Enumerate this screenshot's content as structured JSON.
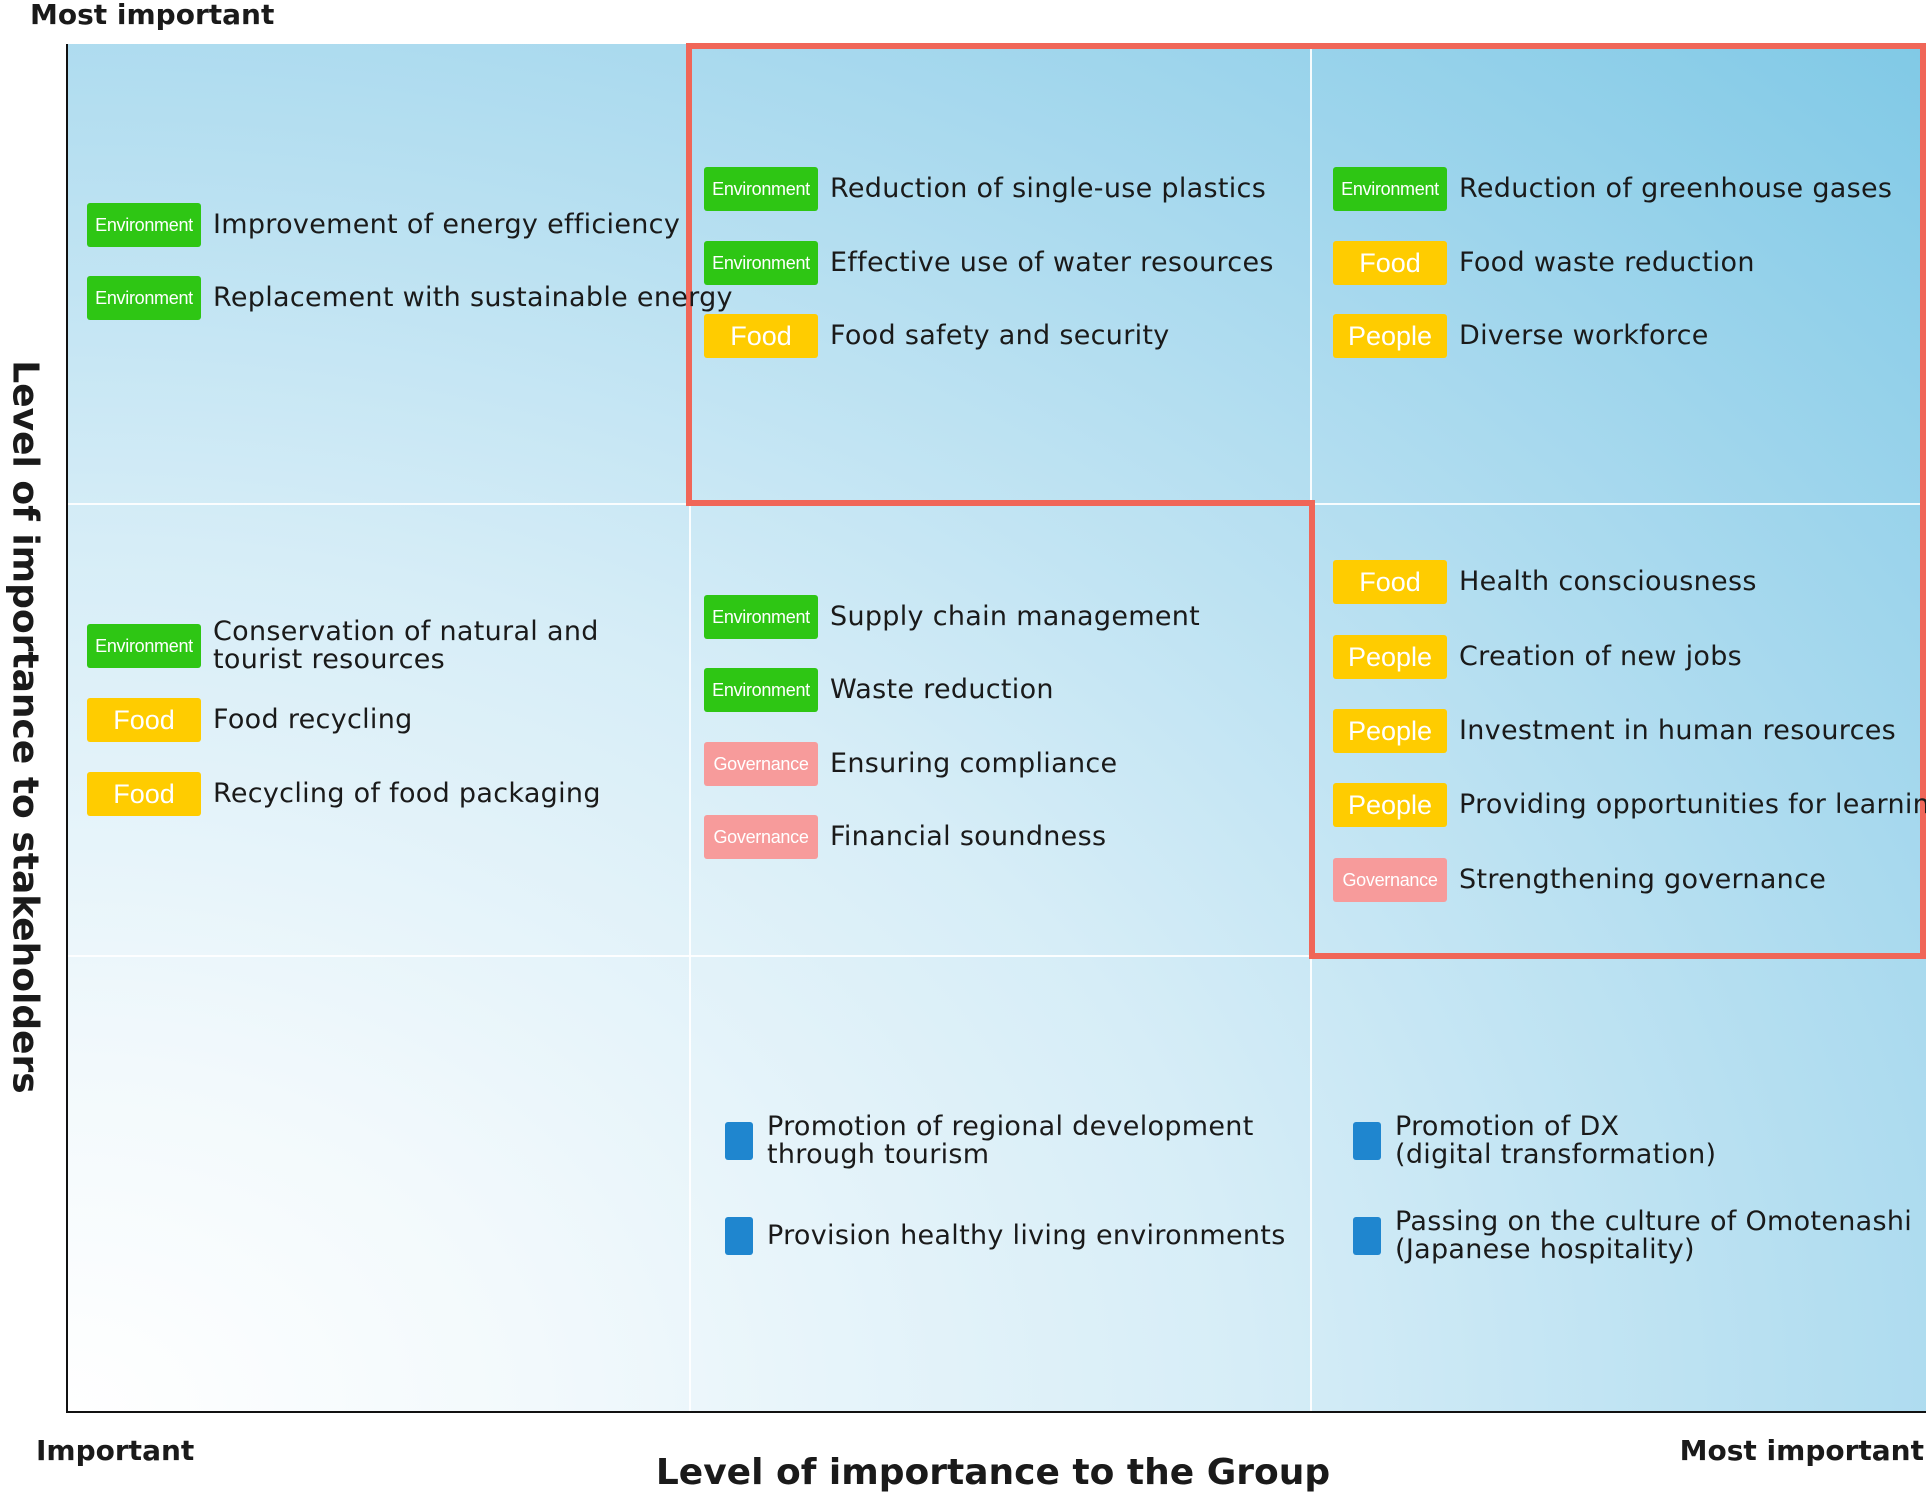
{
  "axes": {
    "y_max_label": "Most important",
    "y_title": "Level of importance to stakeholders",
    "x_min_label": "Important",
    "x_max_label": "Most important",
    "x_title": "Level of importance to the Group"
  },
  "colors": {
    "Environment": "#2ec614",
    "Food": "#ffcc00",
    "People": "#ffcc00",
    "Governance": "#f79b9b",
    "marker": "#1f86cf",
    "highlight_outline": "#f06658"
  },
  "cells": {
    "top_left": [
      {
        "category": "Environment",
        "label": "Improvement of energy efficiency"
      },
      {
        "category": "Environment",
        "label": "Replacement with sustainable energy"
      }
    ],
    "top_middle": [
      {
        "category": "Environment",
        "label": "Reduction of single-use plastics"
      },
      {
        "category": "Environment",
        "label": "Effective use of water resources"
      },
      {
        "category": "Food",
        "label": "Food safety and security"
      }
    ],
    "top_right": [
      {
        "category": "Environment",
        "label": "Reduction of greenhouse gases"
      },
      {
        "category": "Food",
        "label": "Food waste reduction"
      },
      {
        "category": "People",
        "label": "Diverse workforce"
      }
    ],
    "middle_left": [
      {
        "category": "Environment",
        "label": "Conservation of natural and\ntourist resources"
      },
      {
        "category": "Food",
        "label": "Food recycling"
      },
      {
        "category": "Food",
        "label": "Recycling of food packaging"
      }
    ],
    "middle_middle": [
      {
        "category": "Environment",
        "label": "Supply chain management"
      },
      {
        "category": "Environment",
        "label": "Waste reduction"
      },
      {
        "category": "Governance",
        "label": "Ensuring compliance"
      },
      {
        "category": "Governance",
        "label": "Financial soundness"
      }
    ],
    "middle_right": [
      {
        "category": "Food",
        "label": "Health consciousness"
      },
      {
        "category": "People",
        "label": "Creation of new jobs"
      },
      {
        "category": "People",
        "label": "Investment in human resources"
      },
      {
        "category": "People",
        "label": "Providing opportunities for learning"
      },
      {
        "category": "Governance",
        "label": "Strengthening governance"
      }
    ],
    "bottom_middle": [
      {
        "category": null,
        "label": "Promotion of regional development\nthrough tourism"
      },
      {
        "category": null,
        "label": "Provision healthy living environments"
      }
    ],
    "bottom_right": [
      {
        "category": null,
        "label": "Promotion of DX\n(digital transformation)"
      },
      {
        "category": null,
        "label": "Passing on the culture of Omotenashi\n(Japanese hospitality)"
      }
    ]
  }
}
